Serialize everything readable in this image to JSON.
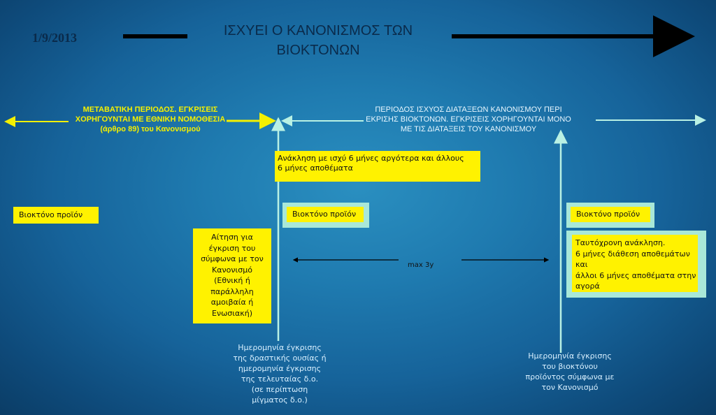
{
  "header": {
    "date": "1/9/2013",
    "title_line1": "ΙΣΧΥΕΙ Ο ΚΑΝΟΝΙΣΜΟΣ ΤΩΝ",
    "title_line2": "ΒΙΟΚΤΟΝΩΝ"
  },
  "periods": {
    "transitional_line1": "ΜΕΤΑΒΑΤΙΚΗ ΠΕΡΙΟΔΟΣ. ΕΓΚΡΙΣΕΙΣ",
    "transitional_line2": "ΧΟΡΗΓΟΥΝΤΑΙ ΜΕ ΕΘΝΙΚΗ ΝΟΜΟΘΕΣΙΑ",
    "transitional_line3": "(άρθρο 89) του Κανονισμού",
    "regulation_line1": "ΠΕΡΙΟΔΟΣ ΙΣΧΥΟΣ ΔΙΑΤΑΞΕΩΝ ΚΑΝΟΝΙΣΜΟΥ ΠΕΡΙ",
    "regulation_line2": "ΕΚΡΙΣΗΣ ΒΙΟΚΤΟΝΩΝ. ΕΓΚΡΙΣΕΙΣ ΧΟΡΗΓΟΥΝΤΑΙ ΜΟΝΟ",
    "regulation_line3": "ΜΕ ΤΙΣ ΔΙΑΤΑΞΕΙΣ ΤΟΥ ΚΑΝΟΝΙΣΜΟΥ"
  },
  "revocation_box": {
    "line1": "Ανάκληση με ισχύ 6 μήνες αργότερα και άλλους",
    "line2": "6 μήνες αποθέματα"
  },
  "product_label": "Βιοκτόνο προϊόν",
  "application_box": [
    "Αίτηση για",
    "έγκριση του",
    "σύμφωνα με τον",
    "Κανονισμό",
    "(Εθνική ή",
    "παράλληλη",
    "αμοιβαία ή",
    "Ενωσιακή)"
  ],
  "duration_label": "max 3y",
  "simultaneous_box": [
    "Ταυτόχρονη ανάκληση.",
    "6 μήνες διάθεση αποθεμάτων",
    "και",
    "άλλοι 6 μήνες αποθέματα στην",
    "αγορά"
  ],
  "caption_left": [
    "Ημερομηνία έγκρισης",
    "της δραστικής ουσίας ή",
    "ημερομηνία έγκρισης",
    "της  τελευταίας δ.ο.",
    "(σε περίπτωση",
    "μίγματος δ.ο.)"
  ],
  "caption_right": [
    "Ημερομηνία έγκρισης",
    "του βιοκτόνου",
    "προϊόντος σύμφωνα με",
    "τον Κανονισμό"
  ],
  "colors": {
    "yellow": "#fff200",
    "mint": "#a9e8d8",
    "title_text": "#0a2a4a",
    "black_arrow": "#000000"
  }
}
